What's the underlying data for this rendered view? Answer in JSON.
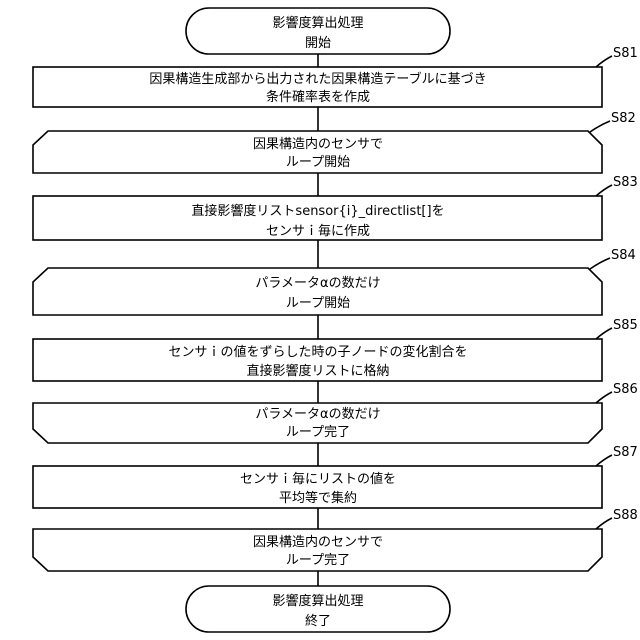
{
  "flowchart": {
    "start": {
      "line1": "影響度算出処理",
      "line2": "開始"
    },
    "s81": {
      "id": "S81",
      "line1": "因果構造生成部から出力された因果構造テーブルに基づき",
      "line2": "条件確率表を作成"
    },
    "s82": {
      "id": "S82",
      "line1": "因果構造内のセンサで",
      "line2": "ループ開始"
    },
    "s83": {
      "id": "S83",
      "line1": "直接影響度リストsensor{i}_directlist[]を",
      "line2": "センサｉ毎に作成"
    },
    "s84": {
      "id": "S84",
      "line1": "パラメータαの数だけ",
      "line2": "ループ開始"
    },
    "s85": {
      "id": "S85",
      "line1": "センサｉの値をずらした時の子ノードの変化割合を",
      "line2": "直接影響度リストに格納"
    },
    "s86": {
      "id": "S86",
      "line1": "パラメータαの数だけ",
      "line2": "ループ完了"
    },
    "s87": {
      "id": "S87",
      "line1": "センサｉ毎にリストの値を",
      "line2": "平均等で集約"
    },
    "s88": {
      "id": "S88",
      "line1": "因果構造内のセンサで",
      "line2": "ループ完了"
    },
    "end": {
      "line1": "影響度算出処理",
      "line2": "終了"
    }
  }
}
